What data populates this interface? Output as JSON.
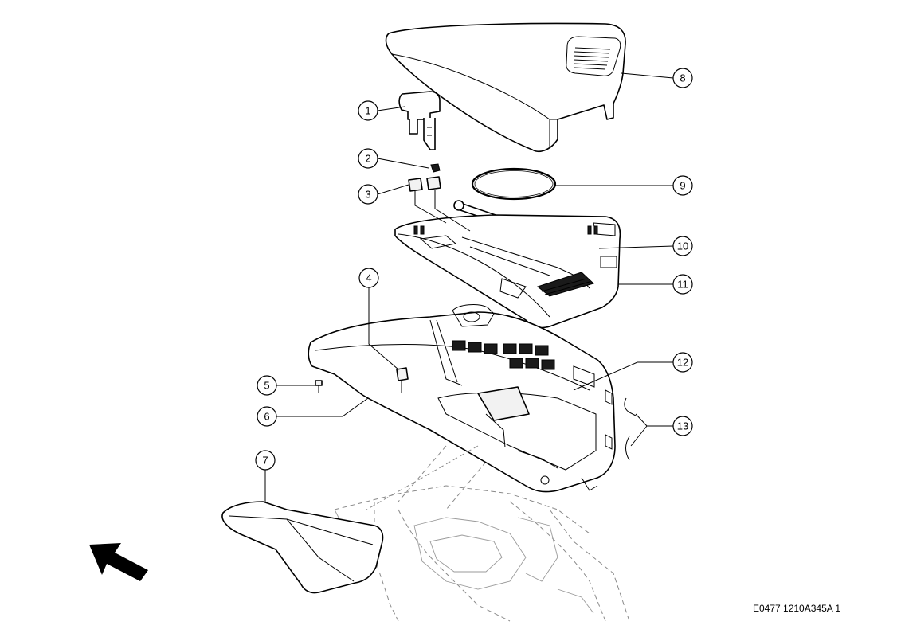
{
  "callouts": [
    {
      "label": "1"
    },
    {
      "label": "2"
    },
    {
      "label": "3"
    },
    {
      "label": "4"
    },
    {
      "label": "5"
    },
    {
      "label": "6"
    },
    {
      "label": "7"
    },
    {
      "label": "8"
    },
    {
      "label": "9"
    },
    {
      "label": "10"
    },
    {
      "label": "11"
    },
    {
      "label": "12"
    },
    {
      "label": "13"
    }
  ],
  "reference_code": "E0477 1210A345A 1",
  "colors": {
    "line": "#000000",
    "ghost": "#8a8a8a",
    "background": "#ffffff"
  }
}
